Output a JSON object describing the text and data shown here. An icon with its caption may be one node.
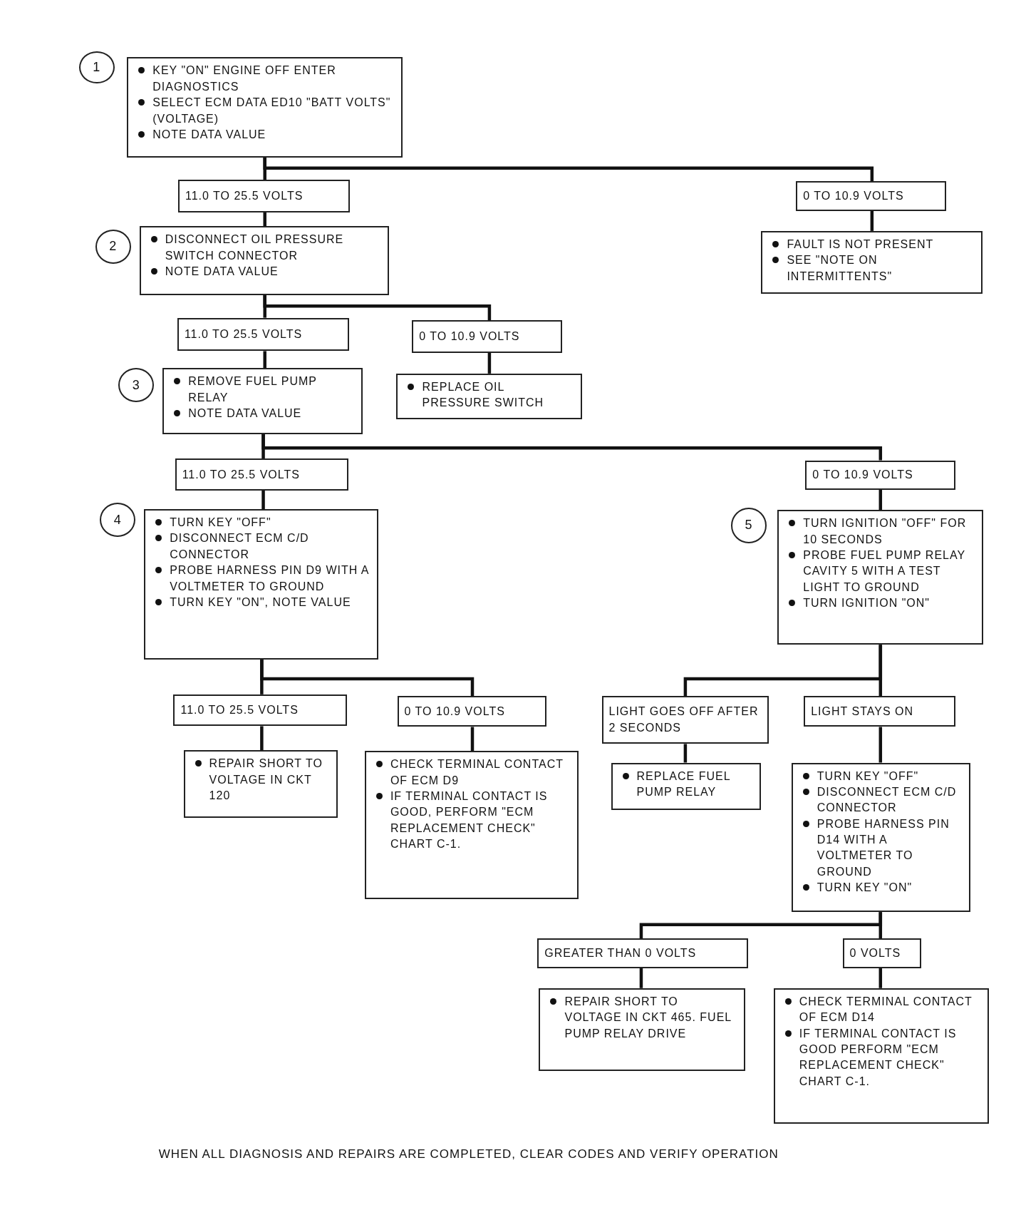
{
  "diagram": {
    "nodes": [
      {
        "text": [
          "1"
        ]
      },
      {
        "text": [
          "KEY \"ON\" ENGINE OFF ENTER DIAGNOSTICS",
          "SELECT ECM DATA ED10 \"BATT VOLTS\" (VOLTAGE)",
          "NOTE DATA VALUE"
        ]
      },
      {
        "text": [
          "11.0 TO 25.5 VOLTS"
        ]
      },
      {
        "text": [
          "0 TO 10.9 VOLTS"
        ]
      },
      {
        "text": [
          "2"
        ]
      },
      {
        "text": [
          "DISCONNECT OIL PRESSURE SWITCH CONNECTOR",
          "NOTE DATA VALUE"
        ]
      },
      {
        "text": [
          "FAULT IS NOT PRESENT",
          "SEE \"NOTE ON INTERMITTENTS\""
        ]
      },
      {
        "text": [
          "11.0 TO 25.5 VOLTS"
        ]
      },
      {
        "text": [
          "0 TO 10.9 VOLTS"
        ]
      },
      {
        "text": [
          "3"
        ]
      },
      {
        "text": [
          "REMOVE FUEL PUMP RELAY",
          "NOTE DATA VALUE"
        ]
      },
      {
        "text": [
          "REPLACE OIL PRESSURE SWITCH"
        ]
      },
      {
        "text": [
          "11.0 TO 25.5 VOLTS"
        ]
      },
      {
        "text": [
          "0 TO 10.9 VOLTS"
        ]
      },
      {
        "text": [
          "4"
        ]
      },
      {
        "text": [
          "TURN KEY \"OFF\"",
          "DISCONNECT ECM C/D CONNECTOR",
          "PROBE HARNESS PIN D9 WITH A VOLTMETER TO GROUND",
          "TURN KEY \"ON\", NOTE VALUE"
        ]
      },
      {
        "text": [
          "5"
        ]
      },
      {
        "text": [
          "TURN IGNITION \"OFF\" FOR 10 SECONDS",
          "PROBE FUEL PUMP RELAY CAVITY 5 WITH A TEST LIGHT TO GROUND",
          "TURN IGNITION \"ON\""
        ]
      },
      {
        "text": [
          "11.0 TO 25.5 VOLTS"
        ]
      },
      {
        "text": [
          "0 TO 10.9 VOLTS"
        ]
      },
      {
        "text": [
          "LIGHT GOES OFF AFTER 2 SECONDS"
        ]
      },
      {
        "text": [
          "LIGHT STAYS ON"
        ]
      },
      {
        "text": [
          "REPAIR SHORT TO VOLTAGE IN CKT 120"
        ]
      },
      {
        "text": [
          "CHECK TERMINAL CONTACT OF ECM D9",
          "IF TERMINAL CONTACT IS GOOD, PERFORM \"ECM REPLACEMENT CHECK\" CHART C-1."
        ]
      },
      {
        "text": [
          "REPLACE FUEL PUMP RELAY"
        ]
      },
      {
        "text": [
          "TURN KEY \"OFF\"",
          "DISCONNECT ECM C/D CONNECTOR",
          "PROBE HARNESS PIN D14 WITH A VOLTMETER TO GROUND",
          "TURN KEY \"ON\""
        ]
      },
      {
        "text": [
          "GREATER THAN 0 VOLTS"
        ]
      },
      {
        "text": [
          "0 VOLTS"
        ]
      },
      {
        "text": [
          "REPAIR SHORT TO VOLTAGE IN CKT 465. FUEL PUMP RELAY DRIVE"
        ]
      },
      {
        "text": [
          "CHECK TERMINAL CONTACT OF ECM D14",
          "IF TERMINAL CONTACT IS GOOD PERFORM \"ECM REPLACEMENT CHECK\" CHART C-1."
        ]
      }
    ],
    "edges": [
      {
        "from": 1,
        "to": 2,
        "arrow": "none"
      },
      {
        "from": 1,
        "to": 3,
        "arrow": "none"
      },
      {
        "from": 2,
        "to": 5,
        "arrow": "none"
      },
      {
        "from": 3,
        "to": 6,
        "arrow": "none"
      },
      {
        "from": 5,
        "to": 7,
        "arrow": "none"
      },
      {
        "from": 5,
        "to": 8,
        "arrow": "none"
      },
      {
        "from": 7,
        "to": 10,
        "arrow": "none"
      },
      {
        "from": 8,
        "to": 11,
        "arrow": "none"
      },
      {
        "from": 10,
        "to": 12,
        "arrow": "none"
      },
      {
        "from": 10,
        "to": 13,
        "arrow": "none"
      },
      {
        "from": 12,
        "to": 15,
        "arrow": "none"
      },
      {
        "from": 13,
        "to": 17,
        "arrow": "none"
      },
      {
        "from": 15,
        "to": 18,
        "arrow": "none"
      },
      {
        "from": 15,
        "to": 19,
        "arrow": "none"
      },
      {
        "from": 18,
        "to": 22,
        "arrow": "none"
      },
      {
        "from": 19,
        "to": 23,
        "arrow": "none"
      },
      {
        "from": 17,
        "to": 20,
        "arrow": "none"
      },
      {
        "from": 17,
        "to": 21,
        "arrow": "none"
      },
      {
        "from": 20,
        "to": 24,
        "arrow": "none"
      },
      {
        "from": 21,
        "to": 25,
        "arrow": "none"
      },
      {
        "from": 25,
        "to": 26,
        "arrow": "none"
      },
      {
        "from": 25,
        "to": 27,
        "arrow": "none"
      },
      {
        "from": 26,
        "to": 28,
        "arrow": "none"
      },
      {
        "from": 27,
        "to": 29,
        "arrow": "none"
      }
    ],
    "labels": [
      "WHEN ALL DIAGNOSIS AND REPAIRS ARE COMPLETED, CLEAR CODES AND VERIFY OPERATION"
    ]
  }
}
